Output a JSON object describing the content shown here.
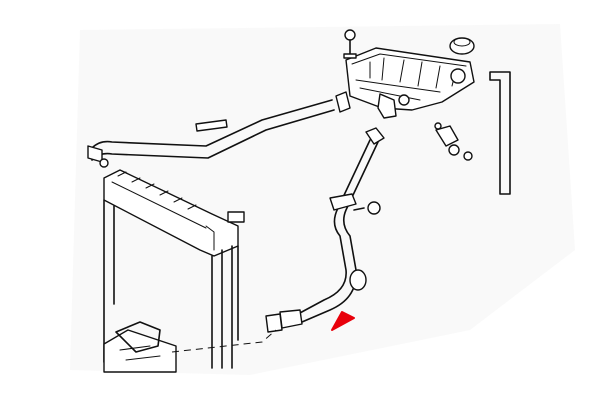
{
  "diagram": {
    "background": "#ffffff",
    "line_color": "#111111",
    "highlight_color": "#e8000b",
    "parts": [
      "expansion-tank",
      "tank-cap",
      "bleed-screw",
      "connecting-hose",
      "overflow-hose",
      "coolant-pipe",
      "radiator",
      "hose-clamp",
      "rubber-grommet",
      "bracket-with-bolt",
      "level-sensor",
      "fan-shroud"
    ],
    "highlighted_part": "coolant-pipe",
    "pointer": "red-arrow-icon"
  }
}
